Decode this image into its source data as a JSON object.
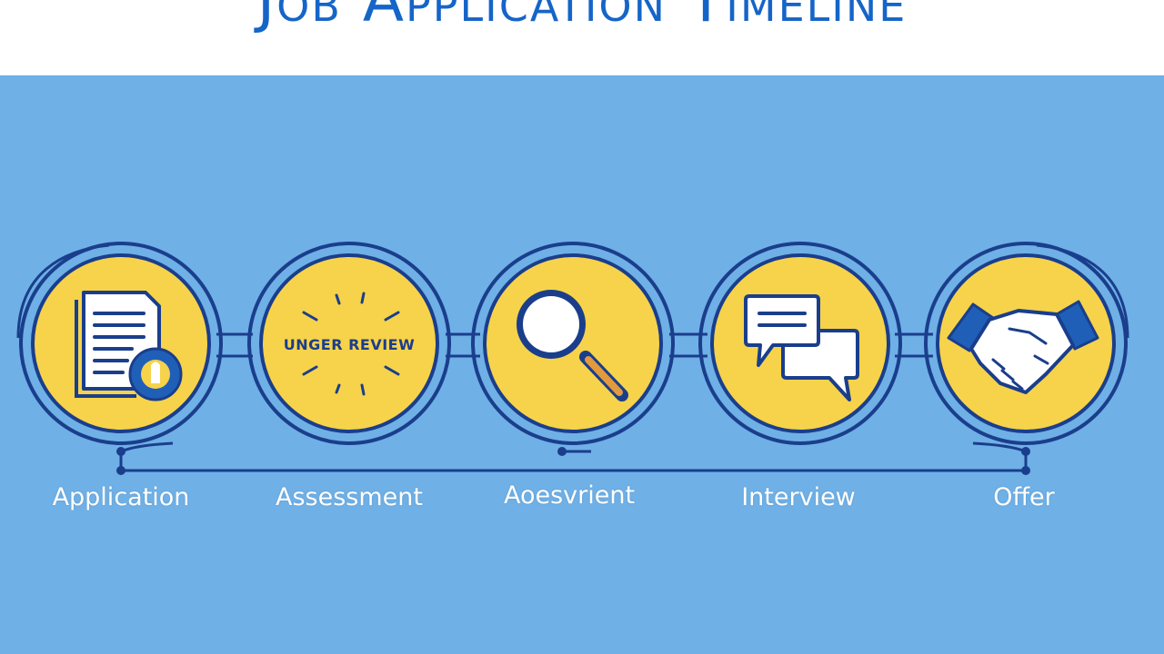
{
  "title": "Job Application Timeline",
  "colors": {
    "title": "#1565c8",
    "panel": "#6fb0e6",
    "ring": "#1a3e8c",
    "circle_fill": "#f6d34a",
    "label": "#ffffff"
  },
  "steps": [
    {
      "label": "Application",
      "icon": "document-icon"
    },
    {
      "label": "Assessment",
      "icon": "under-review-badge",
      "badge_text": "UNGER REVIEW"
    },
    {
      "label": "Aoesvrient",
      "icon": "magnifier-icon"
    },
    {
      "label": "Interview",
      "icon": "chat-bubbles-icon"
    },
    {
      "label": "Offer",
      "icon": "handshake-icon"
    }
  ]
}
